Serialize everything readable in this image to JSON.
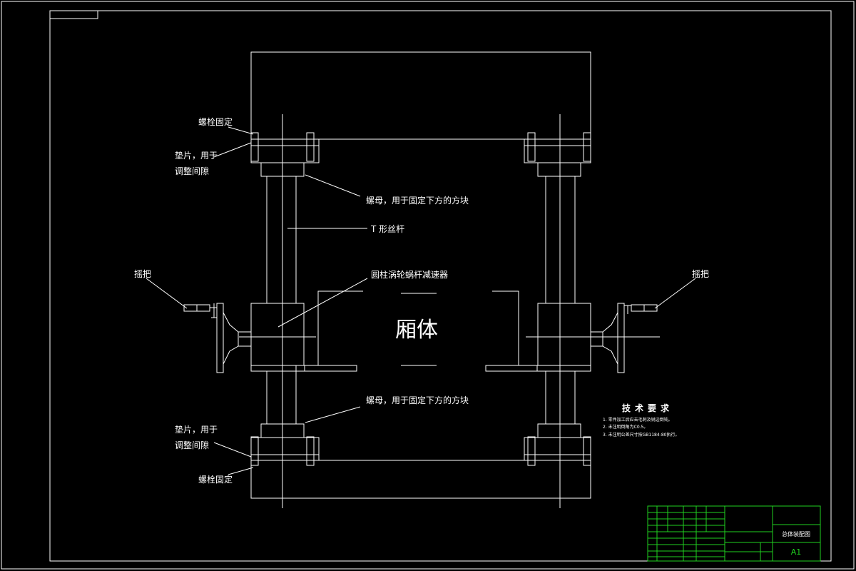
{
  "labels": {
    "bolt_fix_top": "螺栓固定",
    "shim_top_1": "垫片，用于",
    "shim_top_2": "调整间隙",
    "nut_top": "螺母，用于固定下方的方块",
    "t_screw": "T 形丝杆",
    "handle_left": "摇把",
    "handle_right": "摇把",
    "worm_reducer": "圆柱涡轮蜗杆减速器",
    "box_body": "厢体",
    "nut_bottom": "螺母，用于固定下方的方块",
    "shim_bottom_1": "垫片，用于",
    "shim_bottom_2": "调整间隙",
    "bolt_fix_bottom": "螺栓固定"
  },
  "tech_requirements": {
    "title": "技术要求",
    "items": [
      "1. 零件加工后应去毛刺及锐边倒钝。",
      "2. 未注明倒角为C0.5。",
      "3. 未注明公差尺寸按GB1184-80执行。"
    ]
  },
  "title_block": {
    "drawing_name": "总体装配图",
    "sheet_size": "A1"
  },
  "colors": {
    "background": "#000000",
    "lines": "#ffffff",
    "title_block": "#1fd11f"
  }
}
